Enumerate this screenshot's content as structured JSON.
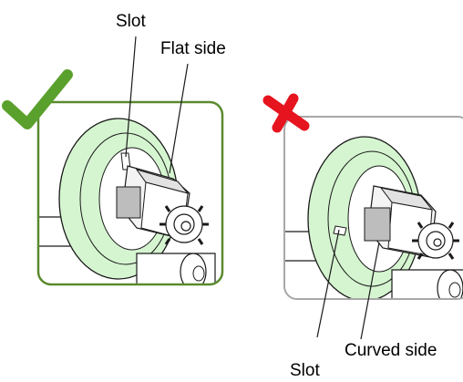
{
  "labels": {
    "correct_slot": "Slot",
    "correct_flat_side": "Flat side",
    "wrong_slot": "Slot",
    "wrong_curved_side": "Curved side"
  },
  "colors": {
    "correct_frame": "#5a8a2e",
    "correct_check": "#5aa02c",
    "wrong_frame": "#a8a8a8",
    "wrong_cross": "#e6141e",
    "flange_fill": "#d5f5d0",
    "line": "#1a1a1a"
  },
  "icons": {
    "correct_marker": "checkmark-icon",
    "wrong_marker": "cross-icon"
  }
}
